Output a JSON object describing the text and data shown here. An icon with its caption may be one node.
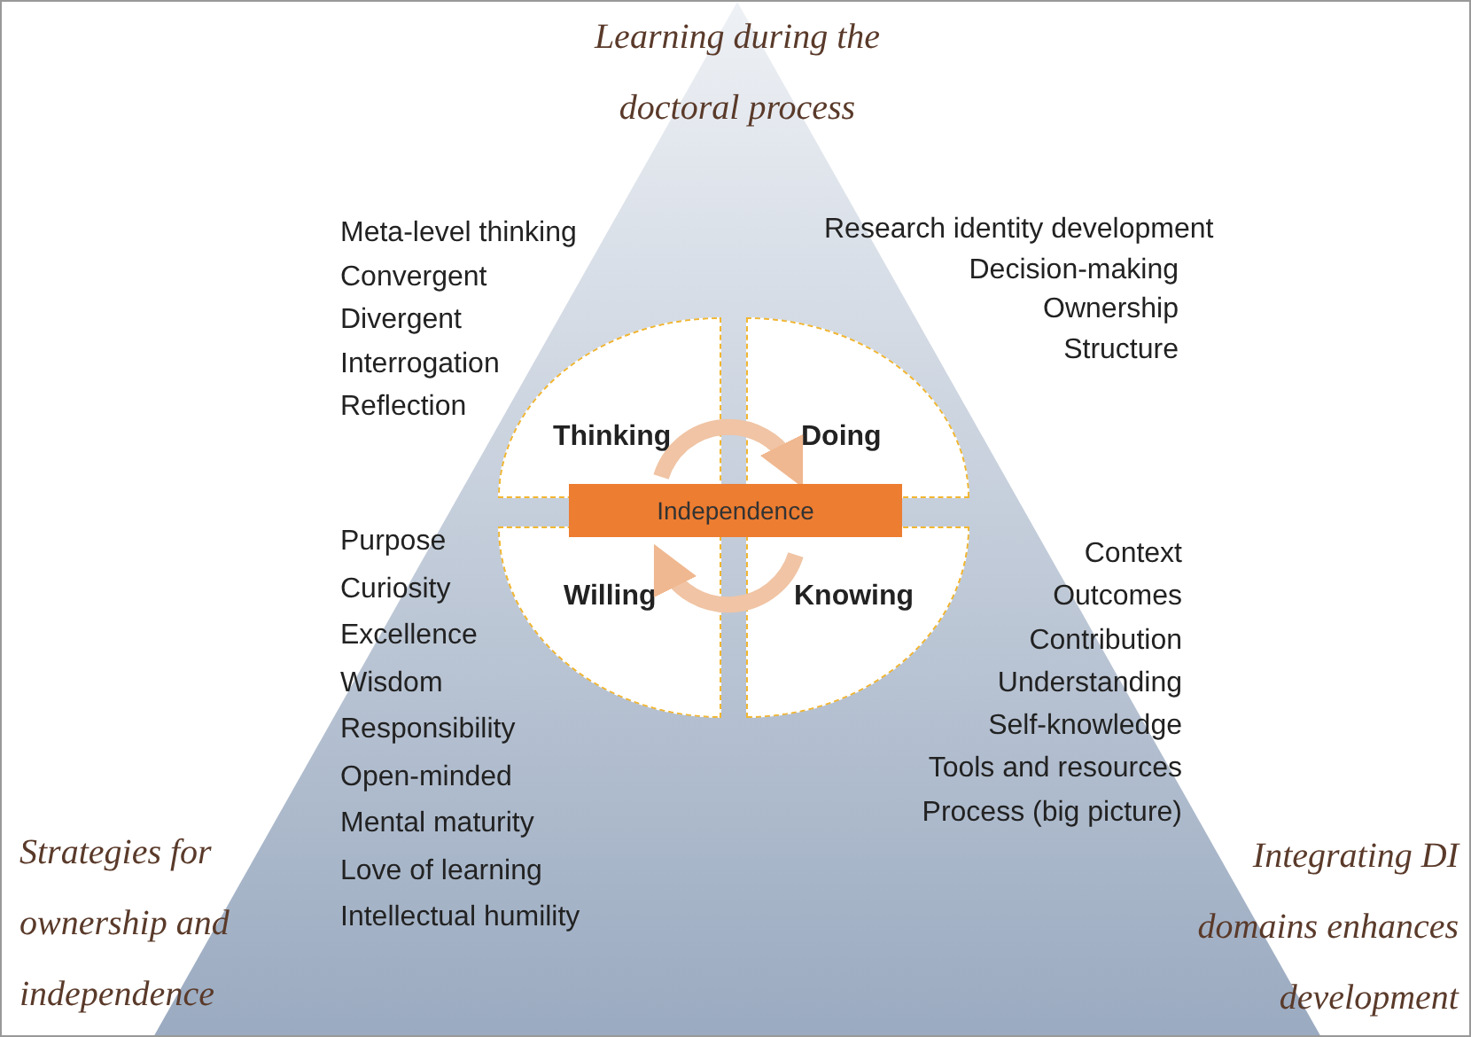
{
  "diagram": {
    "title": "Learning during the doctoral process",
    "nodes": [
      {
        "text": [
          "Thinking"
        ]
      },
      {
        "text": [
          "Doing"
        ]
      },
      {
        "text": [
          "Willing"
        ]
      },
      {
        "text": [
          "Knowing"
        ]
      },
      {
        "text": [
          "Independence"
        ]
      }
    ],
    "edges": [
      {
        "from": 0,
        "to": 1,
        "arrow": "to"
      },
      {
        "from": 3,
        "to": 2,
        "arrow": "to"
      }
    ],
    "labels": [
      "Meta-level thinking",
      "Convergent",
      "Divergent",
      "Interrogation",
      "Reflection",
      "Research identity development",
      "Decision-making",
      "Ownership",
      "Structure",
      "Purpose",
      "Curiosity",
      "Excellence",
      "Wisdom",
      "Responsibility",
      "Open-minded",
      "Mental maturity",
      "Love of learning",
      "Intellectual humility",
      "Context",
      "Outcomes",
      "Contribution",
      "Understanding",
      "Self-knowledge",
      "Tools and resources",
      "Process (big picture)",
      "Strategies for ownership and independence",
      "Integrating DI domains enhances development"
    ]
  }
}
